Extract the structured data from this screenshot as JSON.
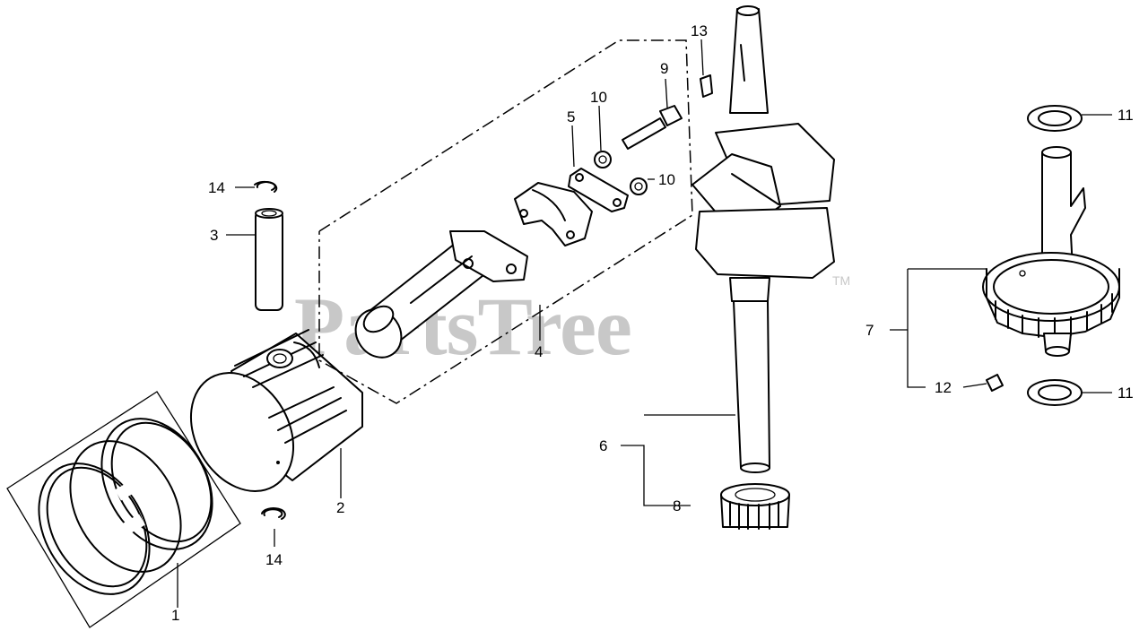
{
  "watermark": {
    "brand": "PartsTree",
    "trademark": "TM"
  },
  "callouts": {
    "c1": "1",
    "c2": "2",
    "c3": "3",
    "c4": "4",
    "c5": "5",
    "c6": "6",
    "c7": "7",
    "c8": "8",
    "c9": "9",
    "c10a": "10",
    "c10b": "10",
    "c11a": "11",
    "c11b": "11",
    "c12": "12",
    "c13": "13",
    "c14a": "14",
    "c14b": "14"
  }
}
